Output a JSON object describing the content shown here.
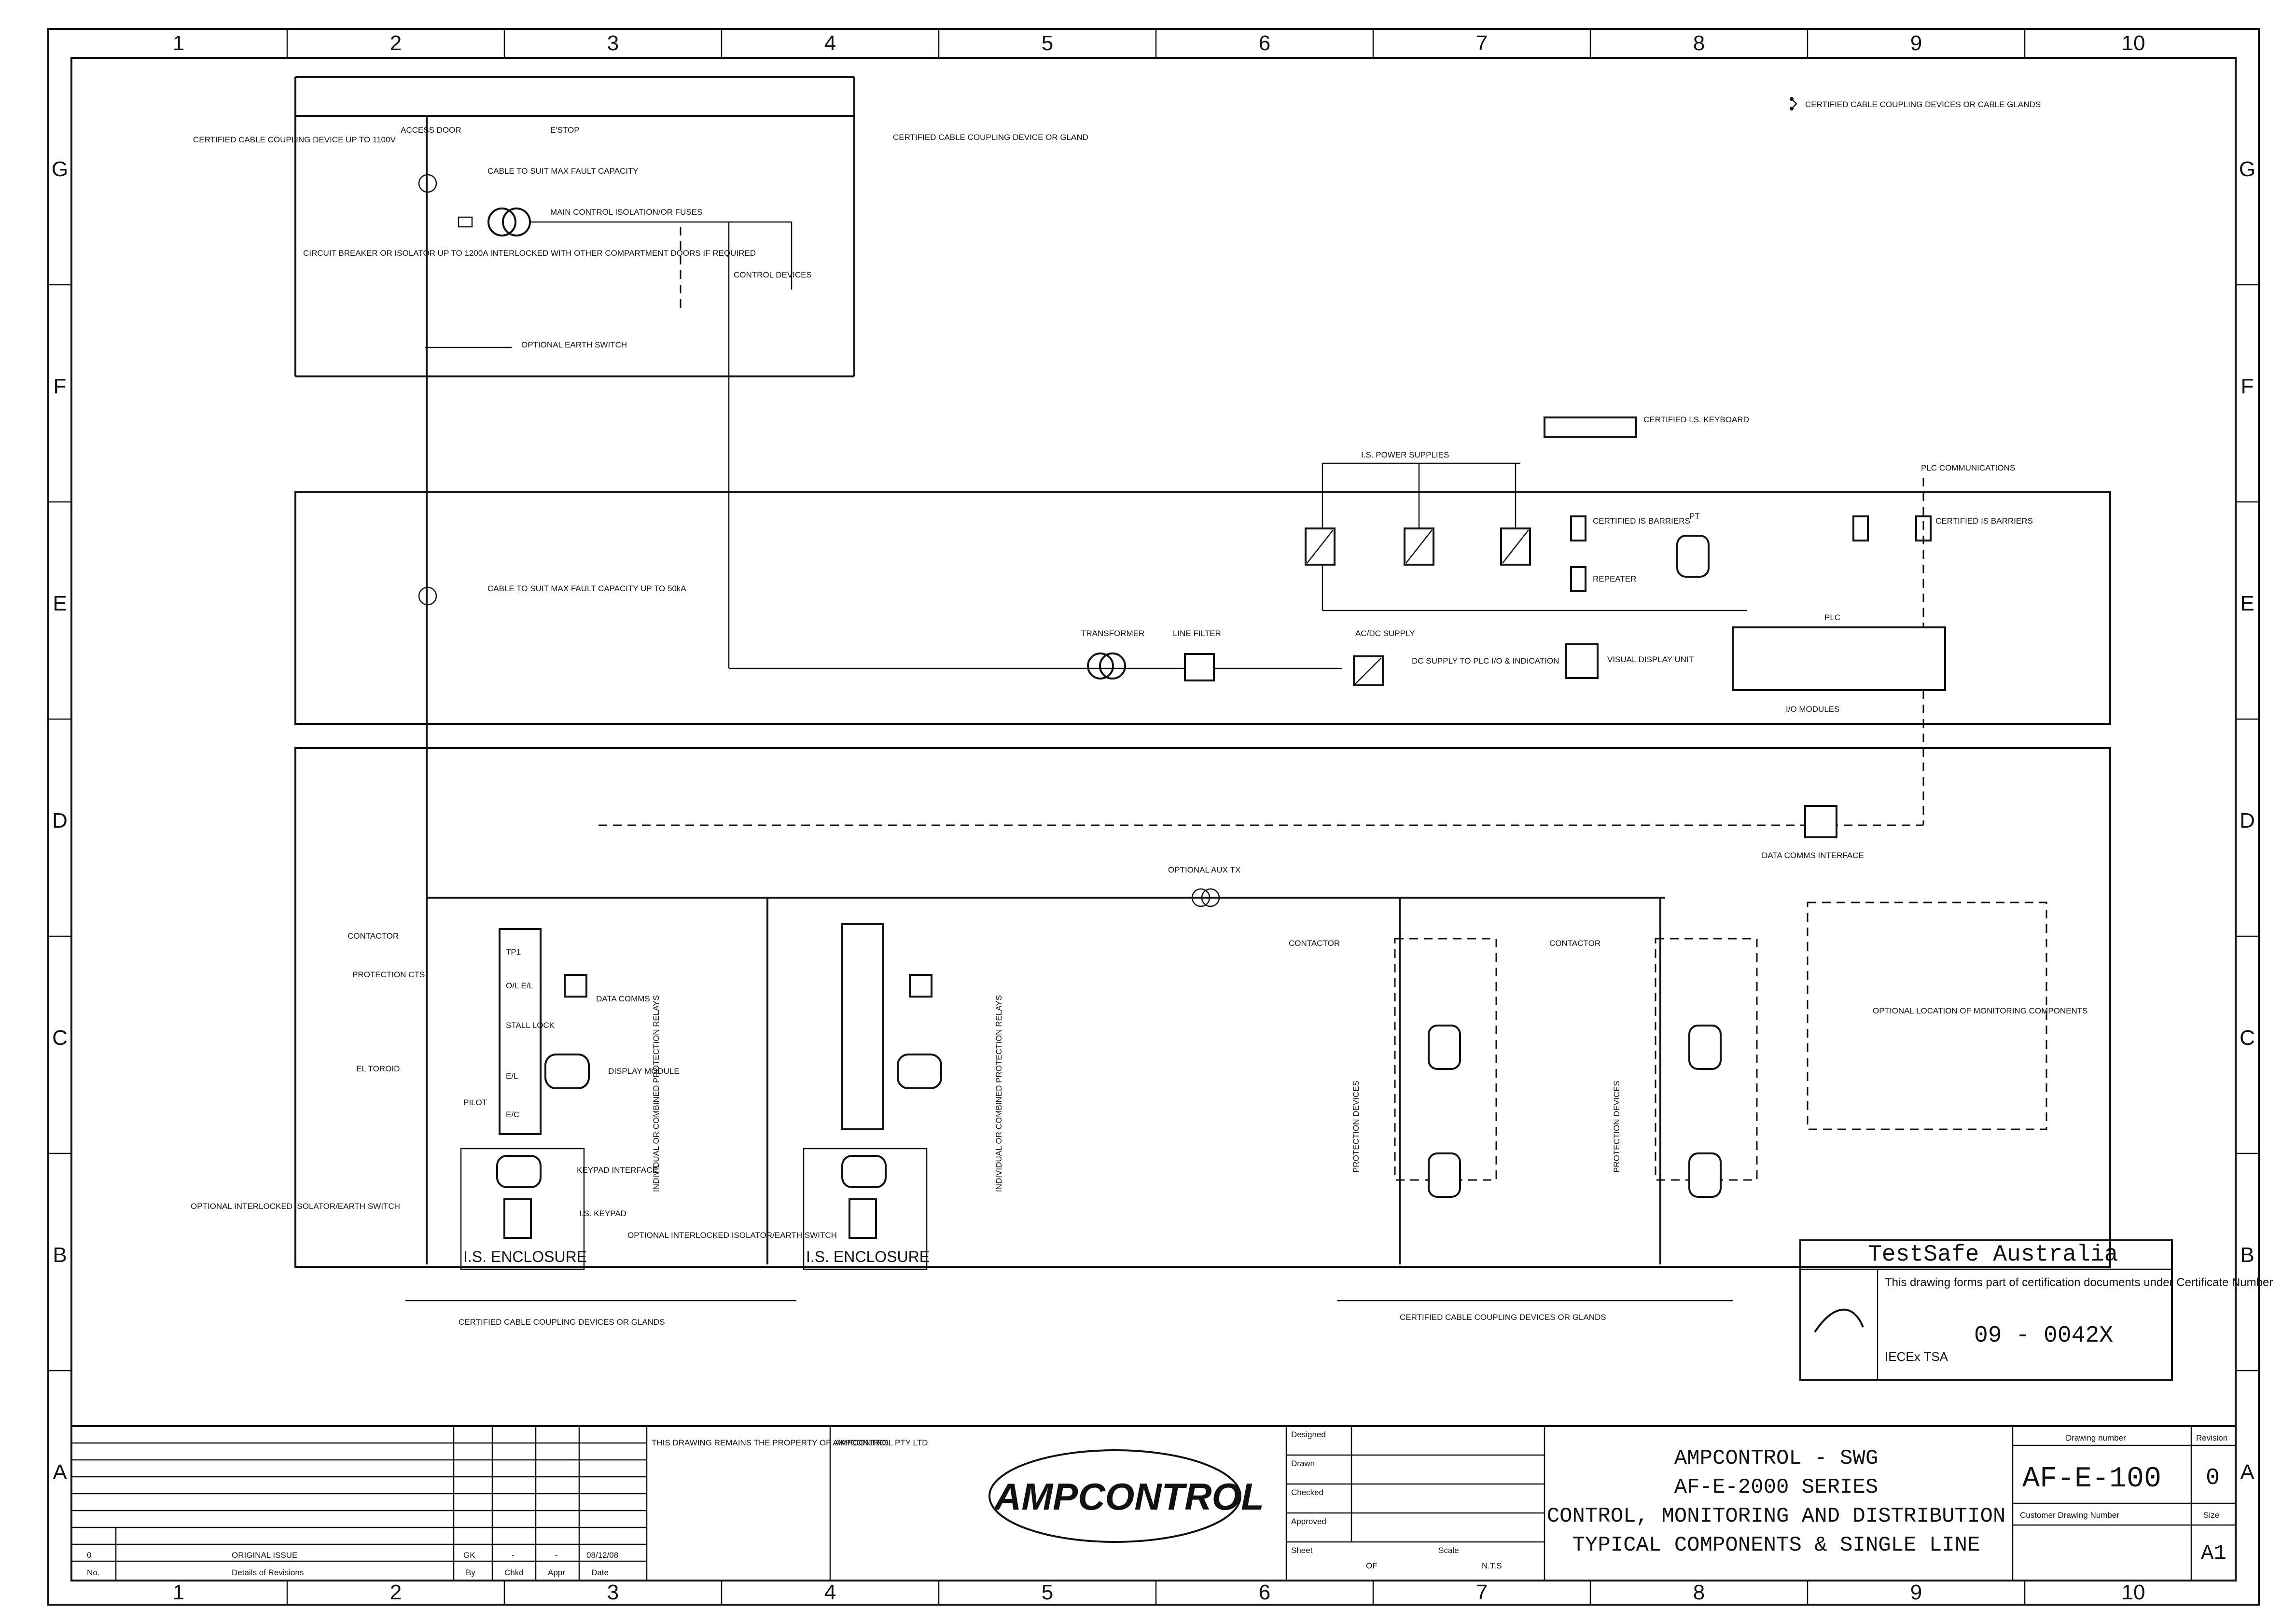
{
  "grid": {
    "columns": [
      "1",
      "2",
      "3",
      "4",
      "5",
      "6",
      "7",
      "8",
      "9",
      "10"
    ],
    "rows": [
      "G",
      "F",
      "E",
      "D",
      "C",
      "B",
      "A"
    ]
  },
  "legend": "CERTIFIED CABLE COUPLING DEVICES OR CABLE GLANDS",
  "labels": {
    "access_door": "ACCESS DOOR",
    "estop": "E'STOP",
    "incoming_coupler": "CERTIFIED CABLE COUPLING DEVICE UP TO 1100V",
    "certified_device_glands": "CERTIFIED CABLE COUPLING DEVICE OR GLAND",
    "cable_fault_top": "CABLE TO SUIT MAX FAULT CAPACITY",
    "main_control_isolation": "MAIN CONTROL ISOLATION/OR FUSES",
    "circuit_breaker": "CIRCUIT BREAKER OR ISOLATOR UP TO 1200A INTERLOCKED WITH OTHER COMPARTMENT DOORS IF REQUIRED",
    "control_devices": "CONTROL DEVICES",
    "optional_earth_switch": "OPTIONAL EARTH SWITCH",
    "cable_fault_mid": "CABLE TO SUIT MAX FAULT CAPACITY UP TO 50kA",
    "keyboard": "CERTIFIED I.S. KEYBOARD",
    "is_power_supplies": "I.S. POWER SUPPLIES",
    "plc_comms": "PLC COMMUNICATIONS",
    "is_barriers": "CERTIFIED IS BARRIERS",
    "certified_barrier": "CERTIFIED IS BARRIERS",
    "repeater": "REPEATER",
    "pt": "PT",
    "plc": "PLC",
    "transformer": "TRANSFORMER",
    "line_filter": "LINE FILTER",
    "acdc_supply": "AC/DC SUPPLY",
    "dc_supply": "DC SUPPLY TO PLC I/O & INDICATION",
    "visual_display": "VISUAL DISPLAY UNIT",
    "io_modules": "I/O MODULES",
    "data_comms_interface": "DATA COMMS INTERFACE",
    "optional_aux_tx": "OPTIONAL AUX TX",
    "contactor": "CONTACTOR",
    "contactor2": "CONTACTOR",
    "protection_cts": "PROTECTION CTS",
    "el_toroid": "EL TOROID",
    "pilot": "PILOT",
    "data_comms": "DATA COMMS",
    "display_module": "DISPLAY MODULE",
    "keypad_interface": "KEYPAD INTERFACE",
    "is_keypad": "I.S. KEYPAD",
    "protection_relays": "INDIVIDUAL OR COMBINED PROTECTION RELAYS",
    "optional_isolator_left": "OPTIONAL INTERLOCKED ISOLATOR/EARTH SWITCH",
    "optional_isolator_mid": "OPTIONAL INTERLOCKED ISOLATOR/EARTH SWITCH",
    "is_enclosure_1": "I.S. ENCLOSURE",
    "is_enclosure_2": "I.S. ENCLOSURE",
    "protection_devices_1": "PROTECTION DEVICES",
    "protection_devices_2": "PROTECTION DEVICES",
    "optional_location": "OPTIONAL LOCATION OF MONITORING COMPONENTS",
    "glands_bottom_left": "CERTIFIED CABLE COUPLING DEVICES OR GLANDS",
    "glands_bottom_right": "CERTIFIED CABLE COUPLING DEVICES OR GLANDS",
    "relay_tags": [
      "TP1",
      "O/L E/L",
      "STALL LOCK",
      "E/L",
      "E/C"
    ]
  },
  "stamp": {
    "title": "TestSafe Australia",
    "text": "This drawing forms part of certification documents under Certificate Number",
    "number": "09 - 0042X",
    "iecex": "IECEx TSA"
  },
  "title_block": {
    "revision_rows": [
      {
        "no": "0",
        "details": "ORIGINAL ISSUE",
        "by": "GK",
        "chkd": "-",
        "appr": "-",
        "date": "08/12/08"
      }
    ],
    "rev_headers": {
      "no": "No.",
      "details": "Details of Revisions",
      "by": "By",
      "chkd": "Chkd",
      "appr": "Appr",
      "date": "Date"
    },
    "notice": "THIS DRAWING REMAINS THE PROPERTY OF AMPCONTROL",
    "company": "AMPCONTROL PTY LTD",
    "company_name": "AMPCONTROL",
    "signoff": [
      {
        "label": "Designed",
        "value": ""
      },
      {
        "label": "Drawn",
        "value": ""
      },
      {
        "label": "Checked",
        "value": ""
      },
      {
        "label": "Approved",
        "value": ""
      }
    ],
    "sheet_label": "Sheet",
    "of_label": "OF",
    "scale_label": "Scale",
    "scale_value": "N.T.S",
    "title_lines": [
      "AMPCONTROL - SWG",
      "AF-E-2000 SERIES",
      "CONTROL, MONITORING AND DISTRIBUTION",
      "TYPICAL COMPONENTS & SINGLE LINE"
    ],
    "drawing_number_label": "Drawing number",
    "drawing_number": "AF-E-100",
    "revision_label": "Revision",
    "revision": "0",
    "customer_drawing_label": "Customer Drawing Number",
    "size_label": "Size",
    "size": "A1"
  }
}
